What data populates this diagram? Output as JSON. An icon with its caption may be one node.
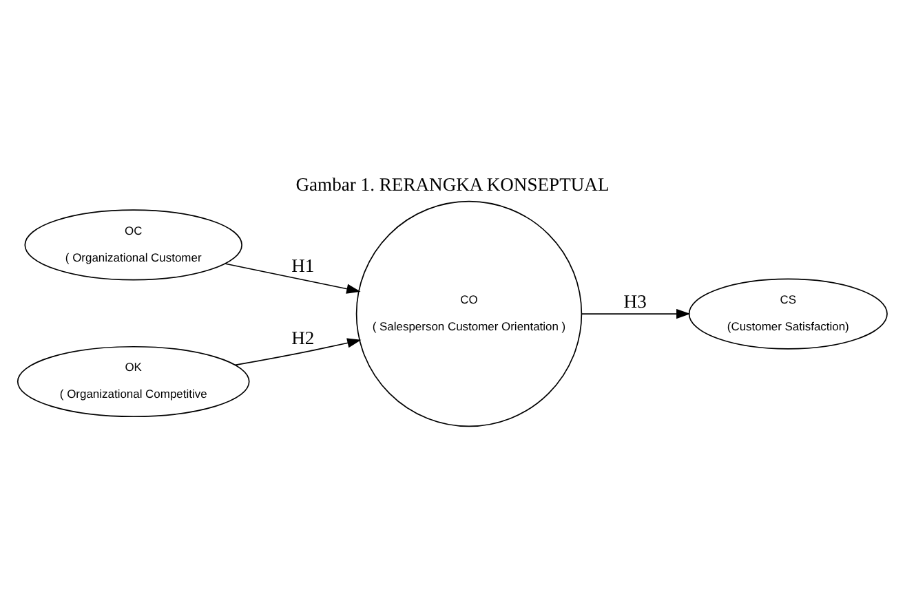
{
  "diagram": {
    "title": "Gambar 1. RERANGKA KONSEPTUAL",
    "nodes": [
      {
        "text": [
          "OC",
          "( Organizational Customer"
        ]
      },
      {
        "text": [
          "CO",
          "( Salesperson Customer Orientation )"
        ]
      },
      {
        "text": [
          "CS",
          "(Customer Satisfaction)"
        ]
      },
      {
        "text": [
          "OK",
          "( Organizational Competitive"
        ]
      }
    ],
    "edges": [
      {
        "from": 0,
        "to": 1,
        "arrow": "to",
        "label": "H1"
      },
      {
        "from": 3,
        "to": 1,
        "arrow": "to",
        "label": "H2"
      },
      {
        "from": 1,
        "to": 2,
        "arrow": "to",
        "label": "H3"
      }
    ]
  }
}
